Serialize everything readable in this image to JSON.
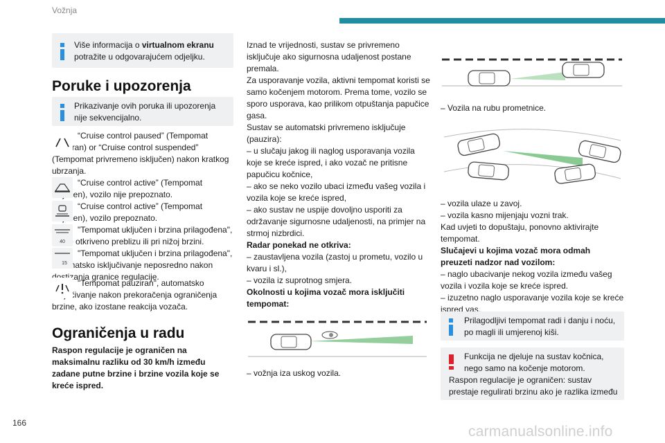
{
  "header": {
    "section": "Vožnja",
    "page_number": "166"
  },
  "watermark": "carmanualsonline.info",
  "colors": {
    "accent": "#1f8fa0",
    "info_blue": "#2b8fe0",
    "warning_red": "#e0202a"
  },
  "left": {
    "info1": {
      "pre": "Više informacija o ",
      "bold": "virtualnom ekranu",
      "post": " potražite u odgovarajućem odjeljku."
    },
    "h_messages": "Poruke i upozorenja",
    "info2": "Prikazivanje ovih poruka ili upozorenja nije sekvencijalno.",
    "m1": "“Cruise control paused” (Tempomat pauziran) or “Cruise control suspended” (Tempomat privremeno isključen) nakon kratkog ubrzanja.",
    "m2": "“Cruise control active” (Tempomat uključen), vozilo nije prepoznato.",
    "m3": "“Cruise control active” (Tempomat uključen), vozilo prepoznato.",
    "m4": "\"Tempomat uključen i brzina prilagođena\", vozilo otkriveno preblizu ili pri nižoj brzini.",
    "m5": "\"Tempomat uključen i brzina prilagođena\", automatsko isključivanje neposredno nakon dostizanja granice regulacije.",
    "m6": "\"Tempomat pauziran\", automatsko isključivanje nakon prekoračenja ograničenja brzine, ako izostane reakcija vozača.",
    "h_limits": "Ograničenja u radu",
    "limits_bold": "Raspon regulacije je ograničen na maksimalnu razliku od 30 km/h između zadane putne brzine i brzine vozila koje se kreće ispred.",
    "icon4_number": "40",
    "icon5_number": "15"
  },
  "middle": {
    "lines": [
      "Iznad te vrijednosti, sustav se privremeno isključuje ako sigurnosna udaljenost postane premala.",
      "Za usporavanje vozila, aktivni tempomat koristi se samo kočenjem motorom. Prema tome, vozilo se sporo usporava, kao prilikom otpuštanja papučice gasa.",
      "Sustav se automatski privremeno isključuje (pauzira):",
      "– u slučaju jakog ili naglog usporavanja vozila koje se kreće ispred, i ako vozač ne pritisne papučicu kočnice,",
      "– ako se neko vozilo ubaci između vašeg vozila i vozila koje se kreće ispred,",
      "– ako sustav ne uspije dovoljno usporiti za održavanje sigurnosne udaljenosti, na primjer na strmoj nizbrdici."
    ],
    "radar_title": "Radar ponekad ne otkriva:",
    "radar_items": [
      "– zaustavljena vozila (zastoj u prometu, vozilo u kvaru i sl.),",
      "– vozila iz suprotnog smjera."
    ],
    "disable_title": "Okolnosti u kojima vozač mora isključiti tempomat:",
    "caption1": "– vožnja iza uskog vozila."
  },
  "right": {
    "caption_edge": "– Vozila na rubu prometnice.",
    "items1": [
      "– vozila ulaze u zavoj.",
      "– vozila kasno mijenjaju vozni trak."
    ],
    "reactivate": "Kad uvjeti to dopuštaju, ponovno aktivirajte tempomat.",
    "takeover_title": "Slučajevi u kojima vozač mora odmah preuzeti nadzor nad vozilom:",
    "items2": [
      "– naglo ubacivanje nekog vozila između vašeg vozila i vozila koje se kreće ispred.",
      "– izuzetno naglo usporavanje vozila koje se kreće ispred vas,"
    ],
    "info3": "Prilagodljivi tempomat radi i danju i noću, po magli ili umjerenoj kiši.",
    "warn": "Funkcija ne djeluje na sustav kočnica, nego samo na kočenje motorom.",
    "last": "Raspon regulacije je ograničen: sustav prestaje regulirati brzinu ako je razlika između"
  }
}
